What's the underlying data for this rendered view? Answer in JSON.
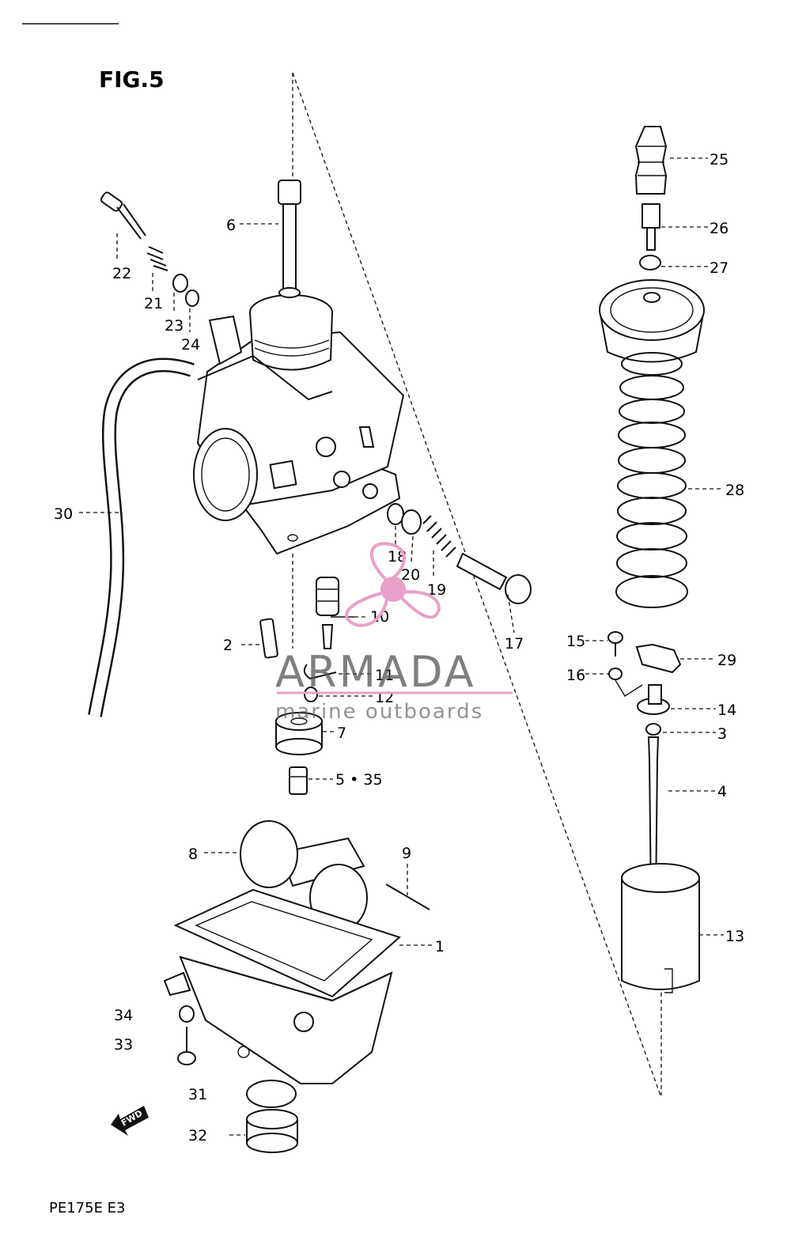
{
  "figure_title": "FIG.5",
  "model_code": "PE175E  E3",
  "forward_mark": "FWD",
  "watermark": {
    "brand": "ARMADA",
    "tagline": "marine outboards",
    "accent_color": "#e8a0c8"
  },
  "callouts": {
    "p1": "1",
    "p2": "2",
    "p3": "3",
    "p4": "4",
    "p5": "5 • 35",
    "p6": "6",
    "p7": "7",
    "p8": "8",
    "p9": "9",
    "p10": "10",
    "p11": "11",
    "p12": "12",
    "p13": "13",
    "p14": "14",
    "p15": "15",
    "p16": "16",
    "p17": "17",
    "p18": "18",
    "p19": "19",
    "p20": "20",
    "p21": "21",
    "p22": "22",
    "p23": "23",
    "p24": "24",
    "p25": "25",
    "p26": "26",
    "p27": "27",
    "p28": "28",
    "p29": "29",
    "p30": "30",
    "p31": "31",
    "p32": "32",
    "p33": "33",
    "p34": "34"
  }
}
